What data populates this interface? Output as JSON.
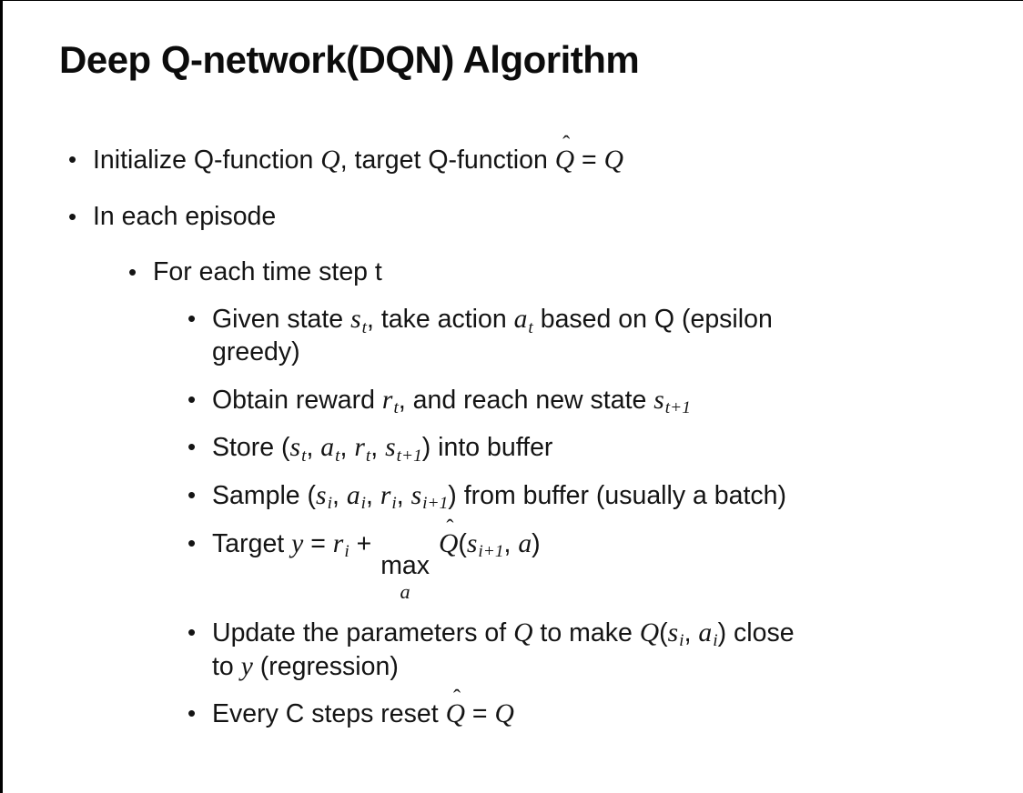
{
  "slide": {
    "title": "Deep Q-network(DQN) Algorithm",
    "background_color": "#ffffff",
    "text_color": "#141414",
    "border_color": "#000000",
    "bullets": [
      {
        "level": 1,
        "lines": [
          [
            {
              "t": "Initialize Q-function "
            },
            {
              "m": "Q"
            },
            {
              "t": ", target Q-function "
            },
            {
              "m": "Q",
              "hat": true
            },
            {
              "t": " = "
            },
            {
              "m": "Q"
            }
          ]
        ]
      },
      {
        "level": 1,
        "lines": [
          [
            {
              "t": "In each episode"
            }
          ]
        ]
      },
      {
        "level": 2,
        "lines": [
          [
            {
              "t": "For each time step t"
            }
          ]
        ]
      },
      {
        "level": 3,
        "lines": [
          [
            {
              "t": "Given state "
            },
            {
              "m": "s",
              "sub": "t"
            },
            {
              "t": ", take action "
            },
            {
              "m": "a",
              "sub": "t"
            },
            {
              "t": " based on Q (epsilon"
            }
          ],
          [
            {
              "t": "greedy)"
            }
          ]
        ]
      },
      {
        "level": 3,
        "lines": [
          [
            {
              "t": "Obtain reward "
            },
            {
              "m": "r",
              "sub": "t"
            },
            {
              "t": ", and reach new state "
            },
            {
              "m": "s",
              "sub": "t+1"
            }
          ]
        ]
      },
      {
        "level": 3,
        "lines": [
          [
            {
              "t": "Store ("
            },
            {
              "m": "s",
              "sub": "t"
            },
            {
              "t": ", "
            },
            {
              "m": "a",
              "sub": "t"
            },
            {
              "t": ", "
            },
            {
              "m": "r",
              "sub": "t"
            },
            {
              "t": ", "
            },
            {
              "m": "s",
              "sub": "t+1"
            },
            {
              "t": ") into buffer"
            }
          ]
        ]
      },
      {
        "level": 3,
        "lines": [
          [
            {
              "t": "Sample ("
            },
            {
              "m": "s",
              "sub": "i"
            },
            {
              "t": ", "
            },
            {
              "m": "a",
              "sub": "i"
            },
            {
              "t": ", "
            },
            {
              "m": "r",
              "sub": "i"
            },
            {
              "t": ", "
            },
            {
              "m": "s",
              "sub": "i+1"
            },
            {
              "t": ") from buffer (usually a batch)"
            }
          ]
        ]
      },
      {
        "level": 3,
        "lines": [
          [
            {
              "t": "Target "
            },
            {
              "m": "y"
            },
            {
              "t": " = "
            },
            {
              "m": "r",
              "sub": "i"
            },
            {
              "t": " + "
            },
            {
              "max_under": {
                "base": "max",
                "under": "a"
              }
            },
            {
              "t": " "
            },
            {
              "m": "Q",
              "hat": true
            },
            {
              "t": "("
            },
            {
              "m": "s",
              "sub": "i+1"
            },
            {
              "t": ", "
            },
            {
              "m": "a"
            },
            {
              "t": ")"
            }
          ]
        ]
      },
      {
        "level": 3,
        "lines": [
          [
            {
              "t": "Update the parameters of "
            },
            {
              "m": "Q"
            },
            {
              "t": " to make "
            },
            {
              "m": "Q"
            },
            {
              "t": "("
            },
            {
              "m": "s",
              "sub": "i"
            },
            {
              "t": ", "
            },
            {
              "m": "a",
              "sub": "i"
            },
            {
              "t": ") close"
            }
          ],
          [
            {
              "t": "to "
            },
            {
              "m": "y"
            },
            {
              "t": " (regression)"
            }
          ]
        ]
      },
      {
        "level": 3,
        "lines": [
          [
            {
              "t": "Every C steps reset "
            },
            {
              "m": "Q",
              "hat": true
            },
            {
              "t": " = "
            },
            {
              "m": "Q"
            }
          ]
        ]
      }
    ]
  }
}
